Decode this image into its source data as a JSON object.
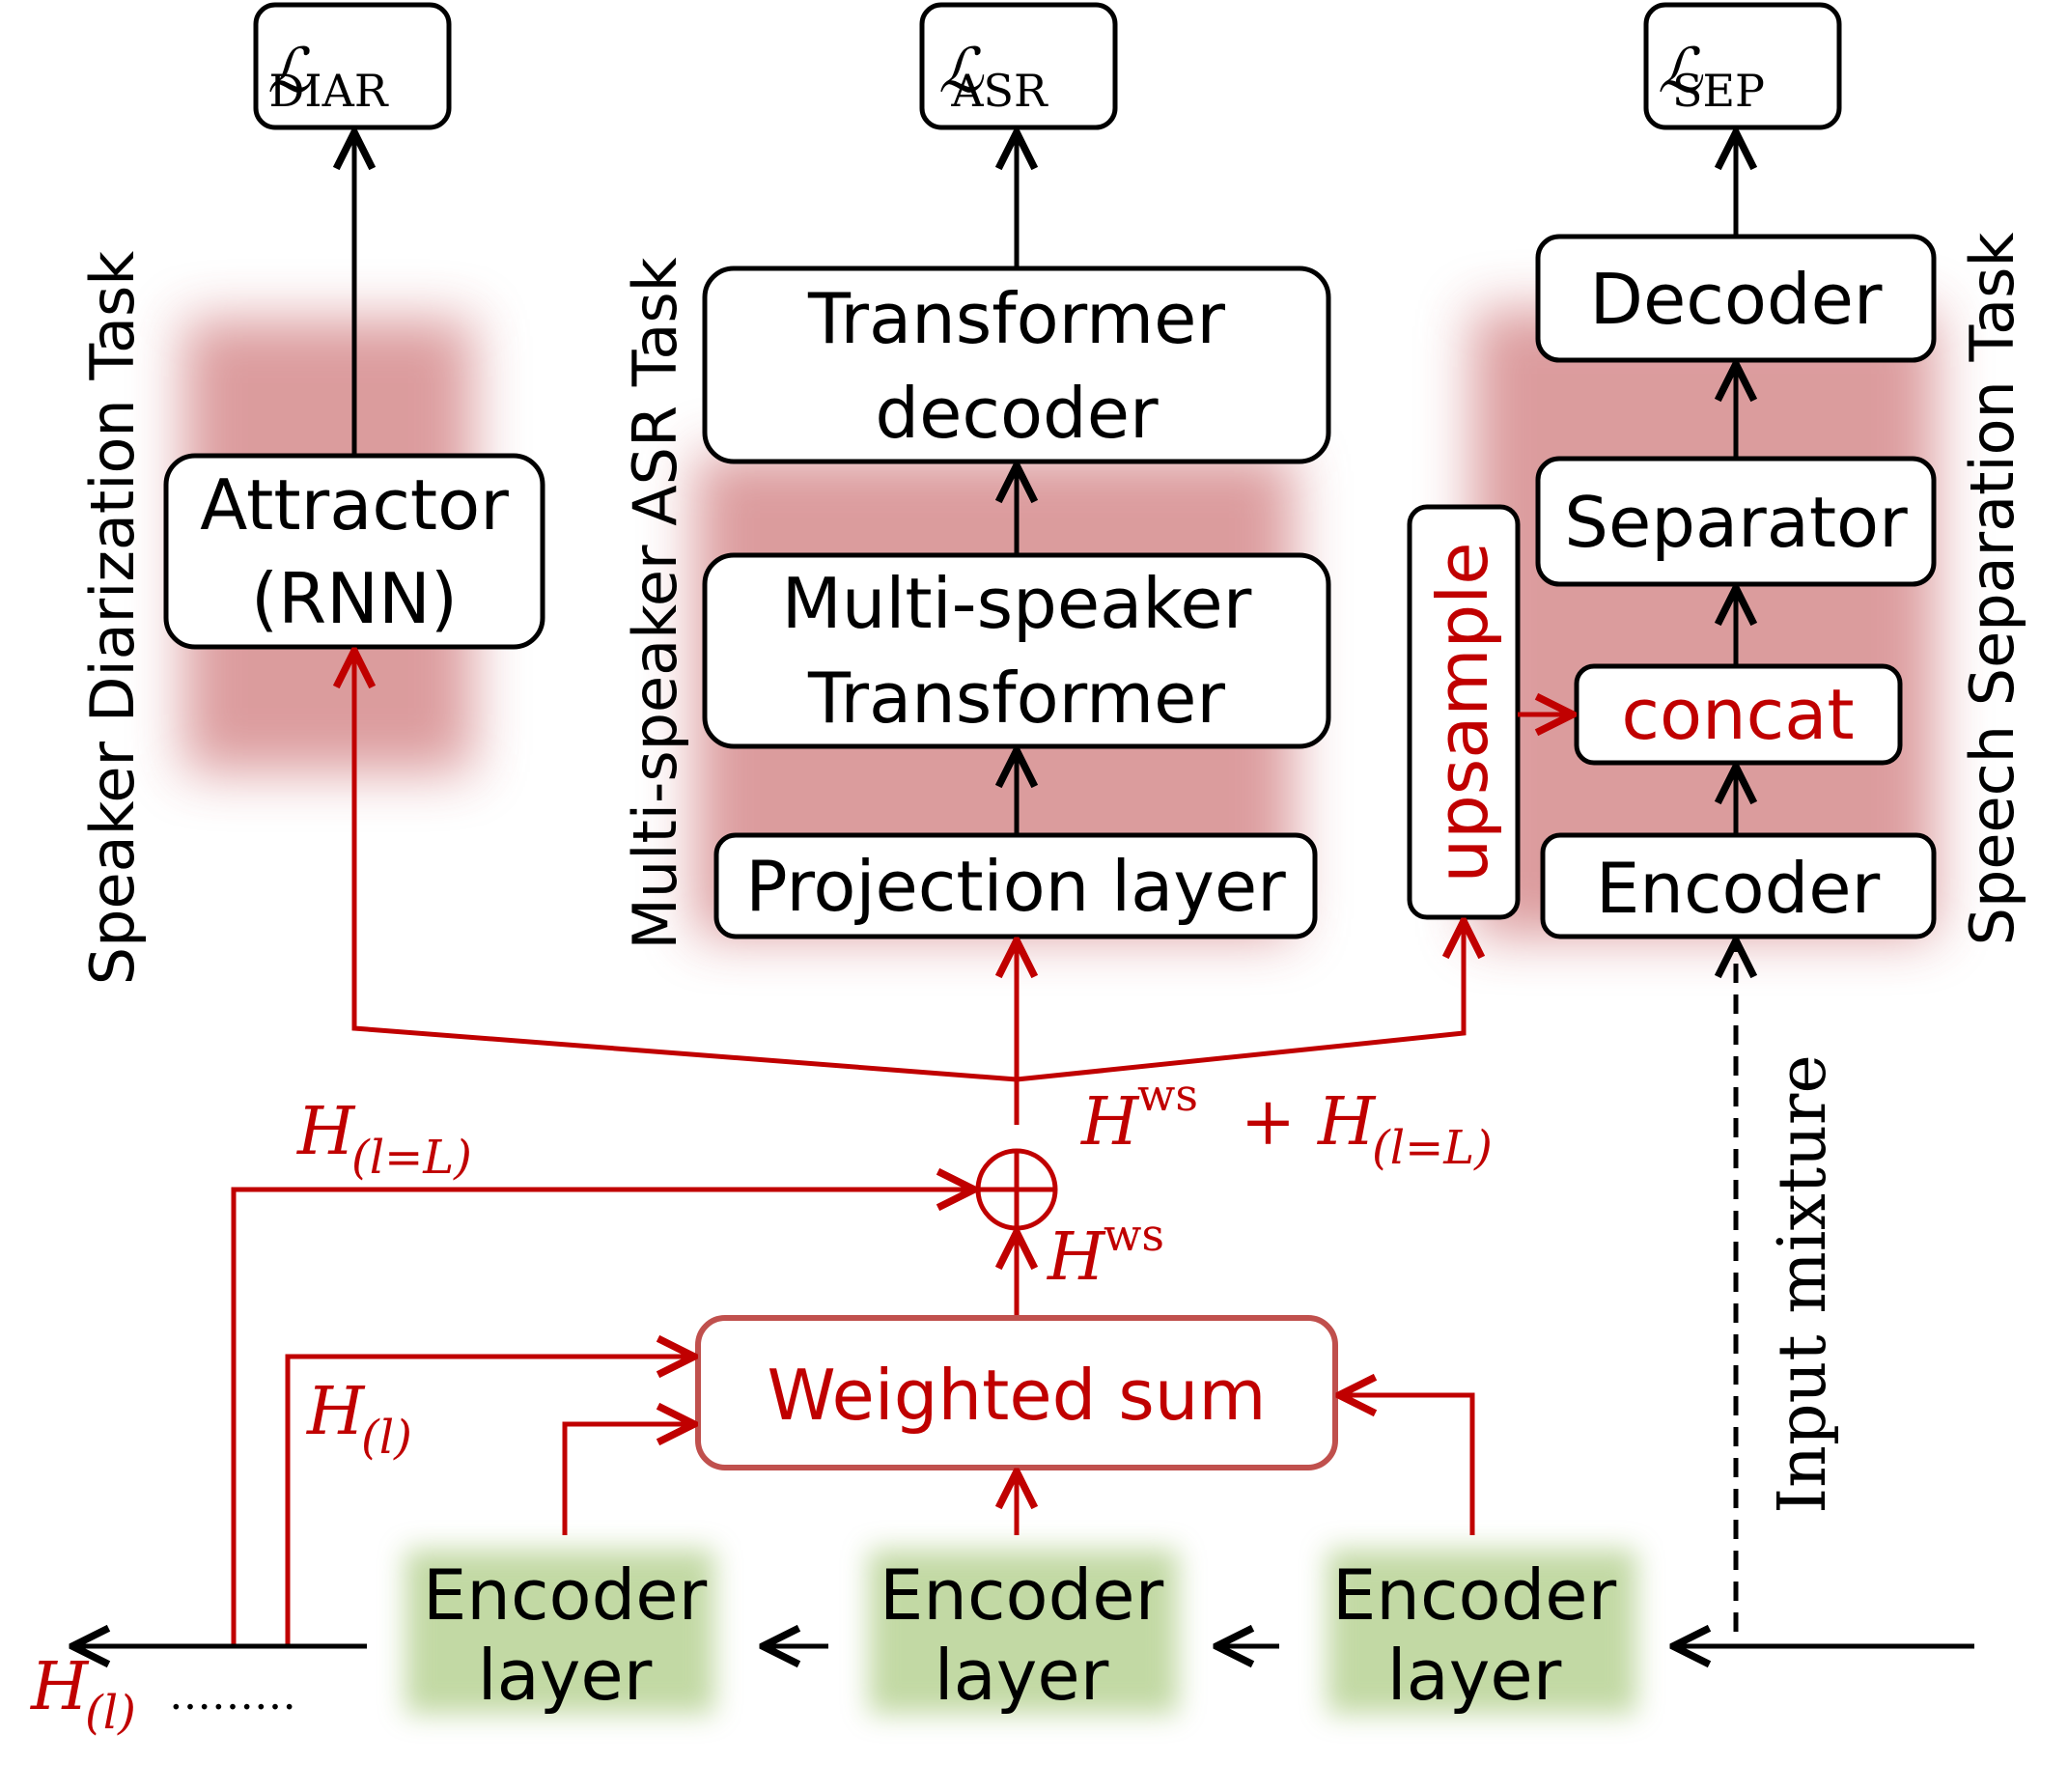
{
  "losses": {
    "diar": {
      "symbol": "ℒ",
      "sub": "DIAR"
    },
    "asr": {
      "symbol": "ℒ",
      "sub": "ASR"
    },
    "sep": {
      "symbol": "ℒ",
      "sub": "SEP"
    }
  },
  "tasks": {
    "diarization": "Speaker Diarization Task",
    "asr": "Multi-speaker ASR Task",
    "separation": "Speech Separation Task"
  },
  "blocks": {
    "attractor": [
      "Attractor",
      "(RNN)"
    ],
    "transformer_decoder": [
      "Transformer",
      "decoder"
    ],
    "ms_transformer": [
      "Multi-speaker",
      "Transformer"
    ],
    "projection": "Projection layer",
    "decoder": "Decoder",
    "separator": "Separator",
    "concat": "concat",
    "encoder": "Encoder",
    "upsample": "upsample",
    "weighted_sum": "Weighted sum",
    "encoder_layer": [
      "Encoder",
      "layer"
    ]
  },
  "math": {
    "H": "H",
    "ws": "ws",
    "l_eq_L": "(l=L)",
    "l": "(l)",
    "plus": "+",
    "dots": "………"
  },
  "input_label": "Input mixture",
  "colors": {
    "highlight": "#c00000",
    "task_glow": "#c9686a",
    "encoder_glow": "#a9c97e"
  }
}
